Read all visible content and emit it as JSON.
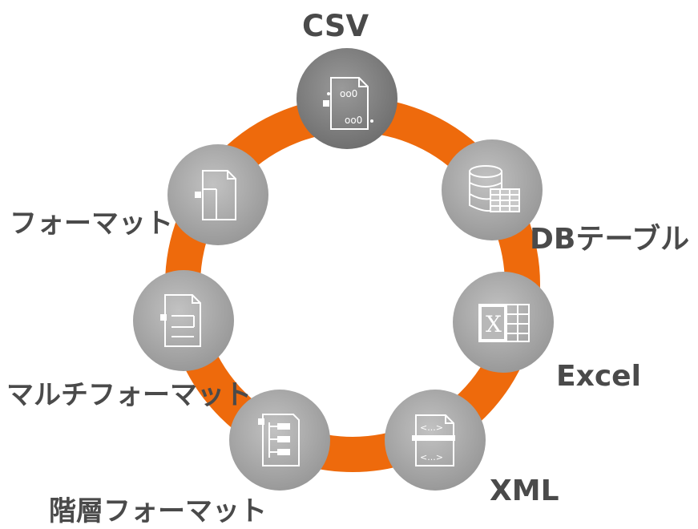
{
  "colors": {
    "ring": "#ee6a0c",
    "node_primary": "#7d7d7d",
    "node": "#a9a9a9",
    "label": "#4a4a4a",
    "icon_stroke": "#ffffff"
  },
  "nodes": [
    {
      "id": "csv",
      "label": "CSV",
      "icon": "csv-file-icon"
    },
    {
      "id": "db",
      "label": "DBテーブル",
      "icon": "database-table-icon"
    },
    {
      "id": "excel",
      "label": "Excel",
      "icon": "excel-icon"
    },
    {
      "id": "xml",
      "label": "XML",
      "icon": "xml-file-icon"
    },
    {
      "id": "hier",
      "label": "階層フォーマット",
      "icon": "hierarchy-icon"
    },
    {
      "id": "multi",
      "label": "マルチフォーマット",
      "icon": "multi-format-icon"
    },
    {
      "id": "format",
      "label": "フォーマット",
      "icon": "document-icon"
    }
  ]
}
